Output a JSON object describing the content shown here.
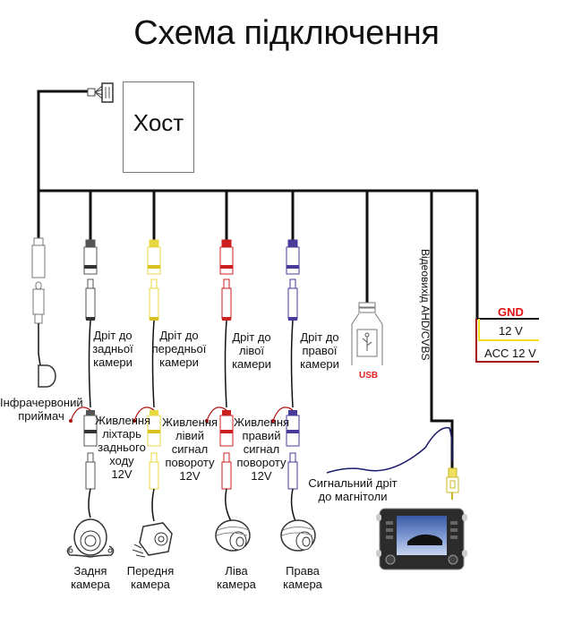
{
  "title": "Схема підключення",
  "host": {
    "label": "Хост"
  },
  "connectors": {
    "ir_receiver": {
      "label": "Інфрачервоний приймач",
      "lines": [
        "Інфрачервоний",
        "приймач"
      ]
    },
    "rear_camera_wire": {
      "lines": [
        "Дріт до",
        "задньої",
        "камери"
      ],
      "color": "#222222"
    },
    "front_camera_wire": {
      "lines": [
        "Дріт до",
        "передньої",
        "камери"
      ],
      "color": "#e8d840"
    },
    "left_camera_wire": {
      "lines": [
        "Дріт до",
        "лівої",
        "камери"
      ],
      "color": "#cc2020"
    },
    "right_camera_wire": {
      "lines": [
        "Дріт до",
        "правої",
        "камери"
      ],
      "color": "#4a3a9a"
    },
    "usb": {
      "label": "USB",
      "color": "#e02020"
    },
    "video_out": {
      "label": "Відеовихід AHD/CVBS"
    }
  },
  "power_labels": {
    "rear": [
      "Живлення",
      "ліхтарь",
      "заднього",
      "ходу",
      "12V"
    ],
    "left": [
      "Живлення",
      "лівий",
      "сигнал",
      "повороту",
      "12V"
    ],
    "right": [
      "Живлення",
      "правий",
      "сигнал",
      "повороту",
      "12V"
    ]
  },
  "power_wires": [
    {
      "label": "GND",
      "color": "#111111",
      "label_color": "#e01010"
    },
    {
      "label": "12 V",
      "color": "#f0e020"
    },
    {
      "label": "ACC 12 V",
      "color": "#a01010"
    }
  ],
  "cameras": [
    {
      "lines": [
        "Задня",
        "камера"
      ]
    },
    {
      "lines": [
        "Передня",
        "камера"
      ]
    },
    {
      "lines": [
        "Ліва",
        "камера"
      ]
    },
    {
      "lines": [
        "Права",
        "камера"
      ]
    }
  ],
  "head_unit": {
    "signal_wire_lines": [
      "Сигнальний дріт",
      "до магнітоли"
    ]
  }
}
